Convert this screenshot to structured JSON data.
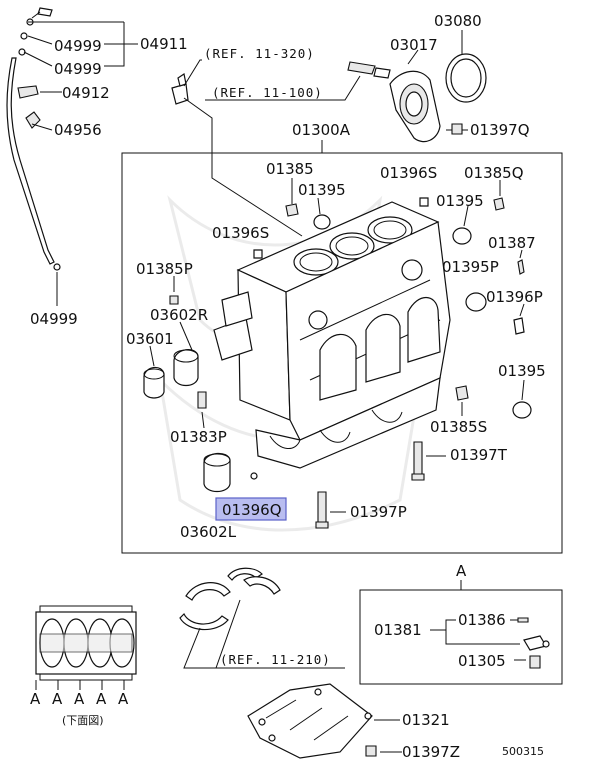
{
  "refs": {
    "r320": "(REF. 11-320)",
    "r100": "(REF. 11-100)",
    "r210": "(REF. 11-210)"
  },
  "parts": {
    "p04911": "04911",
    "p04999a": "04999",
    "p04999b": "04999",
    "p04912": "04912",
    "p04956": "04956",
    "p04999c": "04999",
    "p03080": "03080",
    "p03017": "03017",
    "p01397Q": "01397Q",
    "p01300A": "01300A",
    "p01385": "01385",
    "p01395a": "01395",
    "p01396S_a": "01396S",
    "p01385Q": "01385Q",
    "p01395b": "01395",
    "p01396S_b": "01396S",
    "p01387": "01387",
    "p01385P": "01385P",
    "p01395P": "01395P",
    "p01396P": "01396P",
    "p03602R": "03602R",
    "p03601": "03601",
    "p01395c": "01395",
    "p01383P": "01383P",
    "p01385S": "01385S",
    "p01397T": "01397T",
    "p01396Q": "01396Q",
    "p01397P": "01397P",
    "p03602L": "03602L",
    "p01381": "01381",
    "p01386": "01386",
    "p01305": "01305",
    "p01321": "01321",
    "p01397Z": "01397Z"
  },
  "detail": {
    "title": "A",
    "bottom_letters": [
      "A",
      "A",
      "A",
      "A",
      "A"
    ],
    "bottom_caption": "(下面図)"
  },
  "diagram_number": "500315",
  "colors": {
    "highlight": "#b9bdf0",
    "ink": "#111111"
  }
}
